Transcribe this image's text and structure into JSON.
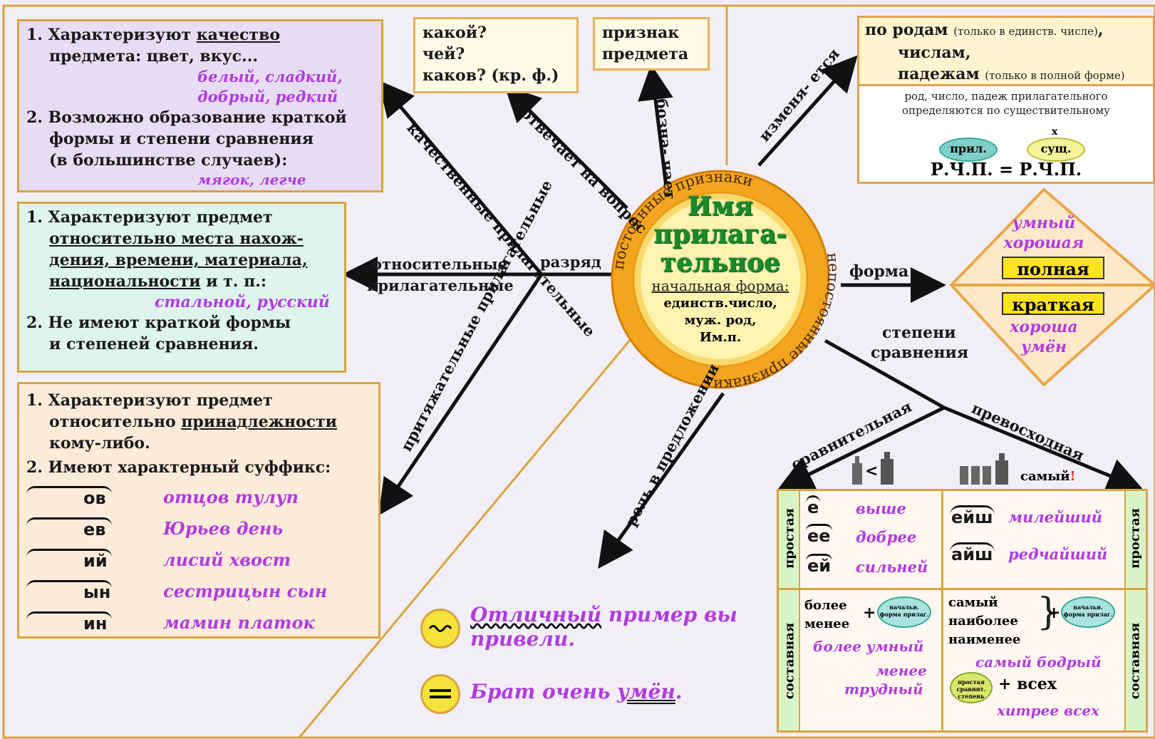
{
  "center": {
    "title_1": "Имя",
    "title_2": "прилага-",
    "title_3": "тельное",
    "initial_form_label": "начальная форма:",
    "initial_1": "единств.число,",
    "initial_2": "муж. род,",
    "initial_3": "Им.п.",
    "ring_top": "постоянные признаки",
    "ring_bottom": "непостоянные признаки"
  },
  "box_qualitative": {
    "i1_num": "1.",
    "i1_a": "Характеризуют ",
    "i1_u": "качество",
    "i1_b": "предмета: цвет, вкус...",
    "ex1": "белый, сладкий,",
    "ex2": "добрый, редкий",
    "i2_num": "2.",
    "i2_a": "Возможно образование краткой",
    "i2_b": "формы и степени сравнения",
    "i2_c": "(в большинстве случаев):",
    "ex3": "мягок, легче"
  },
  "box_relative": {
    "i1_num": "1.",
    "i1_a": "Характеризуют предмет",
    "i1_u1": "относительно места нахож-",
    "i1_u2": "дения, времени, материала,",
    "i1_u3": "национальности",
    "i1_tail": " и т. п.:",
    "ex": "стальной, русский",
    "i2_num": "2.",
    "i2_a": "Не имеют краткой формы",
    "i2_b": "и степеней сравнения."
  },
  "box_possessive": {
    "i1_num": "1.",
    "i1_a": "Характеризуют предмет",
    "i1_b": "относительно ",
    "i1_u": "принадлежности",
    "i1_c": "кому-либо.",
    "i2_num": "2.",
    "i2_a": "Имеют характерный суффикс:",
    "suffixes": [
      {
        "suffix": "ов",
        "example": "отцов тулуп"
      },
      {
        "suffix": "ев",
        "example": "Юрьев день"
      },
      {
        "suffix": "ий",
        "example": "лисий хвост"
      },
      {
        "suffix": "ын",
        "example": "сестрицын сын"
      },
      {
        "suffix": "ин",
        "example": "мамин платок"
      }
    ]
  },
  "box_question": {
    "l1": "какой?",
    "l2": "чей?",
    "l3": "каков? (кр. ф.)"
  },
  "box_feature": {
    "l1": "признак",
    "l2": "предмета"
  },
  "box_changes": {
    "l1_a": "по родам ",
    "l1_s": "(только в единств. числе)",
    "l1_c": ",",
    "l2": "числам,",
    "l3_a": "падежам ",
    "l3_s": "(только в полной форме)",
    "note1": "род, число, падеж прилагательного",
    "note2": "определяются по существительному",
    "adj": "прил.",
    "noun": "сущ.",
    "x": "x",
    "formula": "Р.Ч.П. = Р.Ч.П."
  },
  "form_diamond": {
    "top1": "умный",
    "top2": "хорошая",
    "full": "полная",
    "short": "краткая",
    "bot1": "хороша",
    "bot2": "умён"
  },
  "branches": {
    "qualitative": "качественные прилагательные",
    "answers": "отвечает на вопрос",
    "means": "обозна- чает",
    "changes": "изменя- ется",
    "relative_1": "относительные",
    "relative_2": "прилагательные",
    "category": "разряд",
    "possessive": "притяжательные прилагательные",
    "form": "форма",
    "degrees_1": "степени",
    "degrees_2": "сравнения",
    "role": "роль в предложении",
    "comparative": "сравнительная",
    "superlative": "превосходная",
    "samyi": "самый",
    "excl": "!",
    "lt": "<"
  },
  "degrees_table": {
    "simple": "простая",
    "compound": "составная",
    "cmp_suffixes": [
      "е",
      "ее",
      "ей"
    ],
    "cmp_examples": [
      "выше",
      "добрее",
      "сильней"
    ],
    "sup_suffixes": [
      "ейш",
      "айш"
    ],
    "sup_examples": [
      "милейший",
      "редчайший"
    ],
    "cmp_compound_1": "более",
    "cmp_compound_2": "менее",
    "plus": "+",
    "initial_form_badge": "начальн. форма прилаг.",
    "cmp_compound_ex1": "более умный",
    "cmp_compound_ex2": "менее",
    "cmp_compound_ex3": "трудный",
    "sup_compound_1": "самый",
    "sup_compound_2": "наиболее",
    "sup_compound_3": "наименее",
    "sup_compound_ex1": "самый бодрый",
    "simple_cmp_badge": "простая сравнит. степень",
    "vseh": "+ всех",
    "sup_compound_ex2": "хитрее всех"
  },
  "examples": {
    "ex1_u": "Отличный",
    "ex1_a": " пример вы",
    "ex1_b": "привели.",
    "ex2_a": "Брат очень ",
    "ex2_u": "умён",
    "ex2_b": "."
  }
}
